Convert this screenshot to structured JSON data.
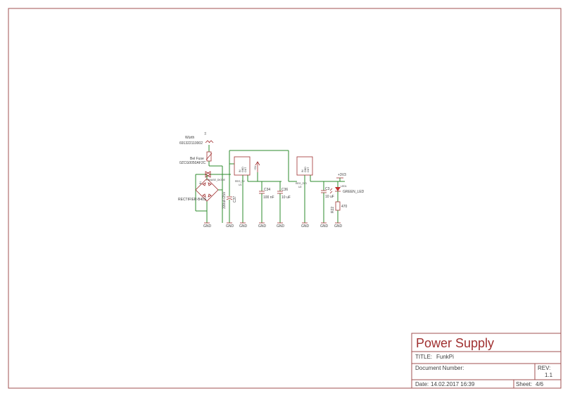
{
  "title_block": {
    "heading": "Power Supply",
    "title_label": "TITLE:",
    "title_value": "FunkPi",
    "docnum_label": "Document Number:",
    "rev_label": "REV:",
    "rev_value": "1.1",
    "date_label": "Date:",
    "date_value": "14.02.2017 16:39",
    "sheet_label": "Sheet:",
    "sheet_value": "4/6"
  },
  "parts": {
    "connector_vendor": "Würth",
    "connector_pn": "691322110002",
    "connector_ref": "X4",
    "fuse_name": "Bel Fuse",
    "fuse_pn": "0ZCG0050AF2C",
    "diode_label": "PANASE_DIODE",
    "rectifier_ref": "B1",
    "rectifier_name": "RECTIFIER-B40S",
    "cap_c37_value": "330uF/25V",
    "cap_c37_ref": "C37",
    "reg1_label": "REG_5V",
    "reg1_sub": "U1",
    "reg1_pins": [
      "IN",
      "GND",
      "OUT"
    ],
    "reg2_label": "REG_3V3",
    "reg2_sub": "U2",
    "reg2_pins": [
      "IN",
      "GND",
      "OUT"
    ],
    "rail_5v": "+5V",
    "cap_c34_ref": "C34",
    "cap_c34_value": "100 nF",
    "cap_c36_ref": "C36",
    "cap_c36_value": "10 uF",
    "rail_3v3": "+3V3",
    "cap_c3_ref": "C3",
    "cap_c3_value": "10 uF",
    "led_ref": "LED1",
    "led_name": "GREEN_LED",
    "res_ref": "R22",
    "res_value": "470",
    "gnd_label": "GND"
  }
}
